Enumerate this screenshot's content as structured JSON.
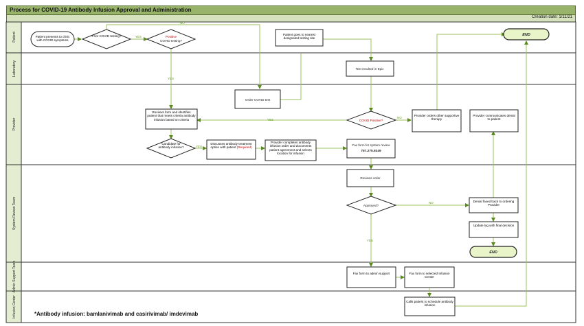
{
  "title": "Process for COVID-19 Antibody Infusion Approval and Administration",
  "creation_date": "Creation date: 1/11/21",
  "lanes": [
    "Patient",
    "Laboratory",
    "Provider",
    "System Review Team",
    "Admin Support Team",
    "Infusion Center"
  ],
  "nodes": {
    "patient_presents": "Patient presents to clinic with COVID symptoms",
    "prior_testing": "Prior COVID testing?",
    "positive_testing": [
      "Positive",
      "COVID testing?"
    ],
    "goes_to_testing": "Patient goes to nearest designated testing site",
    "end_top": "END",
    "test_resulted": "Test resulted in Epic",
    "order_test": "Order COVID test",
    "reviews_form": "Reviews form and identifies patient that meets criteria antibody infusion based on criteria",
    "covid_positive": "COVID Positive?",
    "orders_supportive": "Provider orders other supportive therapy",
    "communicates_denial": "Provider communicates denial to patient",
    "candidate": "Candidate for antibody infusion?",
    "discusses_option": [
      "Discusses antibody treatment option with patient",
      "(Required)"
    ],
    "completes_order": "Provider completes antibody infusion order and documents patient agreement and selects location for infusion",
    "fax_review": [
      "Fax form for system review",
      "757.275.9249"
    ],
    "reviews_order": "Reviews order",
    "approved": "Approved?",
    "denial_faxed": "Denial faxed back to ordering Provider",
    "update_log": "Update log with final decision",
    "end_bottom": "END",
    "fax_admin": "Fax form to admin support",
    "fax_infusion": "Fax form to selected Infusion Center",
    "calls_patient": "Calls patient to schedule antibody infusion"
  },
  "edge_labels": {
    "no": "NO",
    "yes": "YES"
  },
  "footnote": "*Antibody infusion: bamlanivimab and casirivimab/ imdevimab",
  "colors": {
    "title_bg": "#98b36a",
    "date_bg": "#d6e2be",
    "lane_bg": "#e4ecd2",
    "connector": "#9cc25e",
    "end_fill": "#e9f4c9",
    "highlight_text": "#c00000"
  }
}
